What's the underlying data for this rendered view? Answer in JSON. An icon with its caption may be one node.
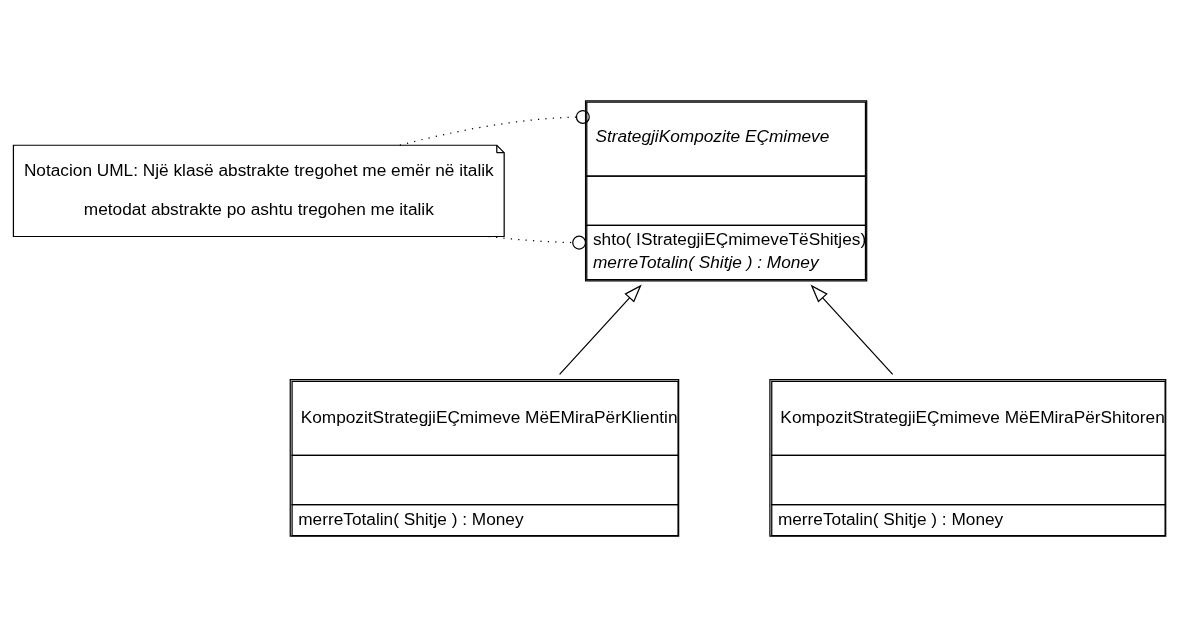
{
  "diagram": {
    "nodes": [
      {
        "text": [
          "Notacion UML: Një klasë abstrakte tregohet me emër në italik",
          "metodat abstrakte po ashtu tregohen me italik"
        ]
      },
      {
        "text": [
          "StrategjiKompozite EÇmimeve",
          "shto( IStrategjiEÇmimeveTëShitjes)",
          "merreTotalin( Shitje ) : Money"
        ]
      },
      {
        "text": [
          "KompozitStrategjiEÇmimeve MëEMiraPërKlientin",
          "merreTotalin( Shitje ) : Money"
        ]
      },
      {
        "text": [
          "KompozitStrategjiEÇmimeve MëEMiraPërShitoren",
          "merreTotalin( Shitje ) : Money"
        ]
      }
    ],
    "edges": [
      {
        "from": 0,
        "to": 1,
        "arrow": "other",
        "style": "dashed"
      },
      {
        "from": 0,
        "to": 1,
        "arrow": "other",
        "style": "dashed"
      },
      {
        "from": 2,
        "to": 1,
        "arrow": "to"
      },
      {
        "from": 3,
        "to": 1,
        "arrow": "to"
      }
    ]
  }
}
